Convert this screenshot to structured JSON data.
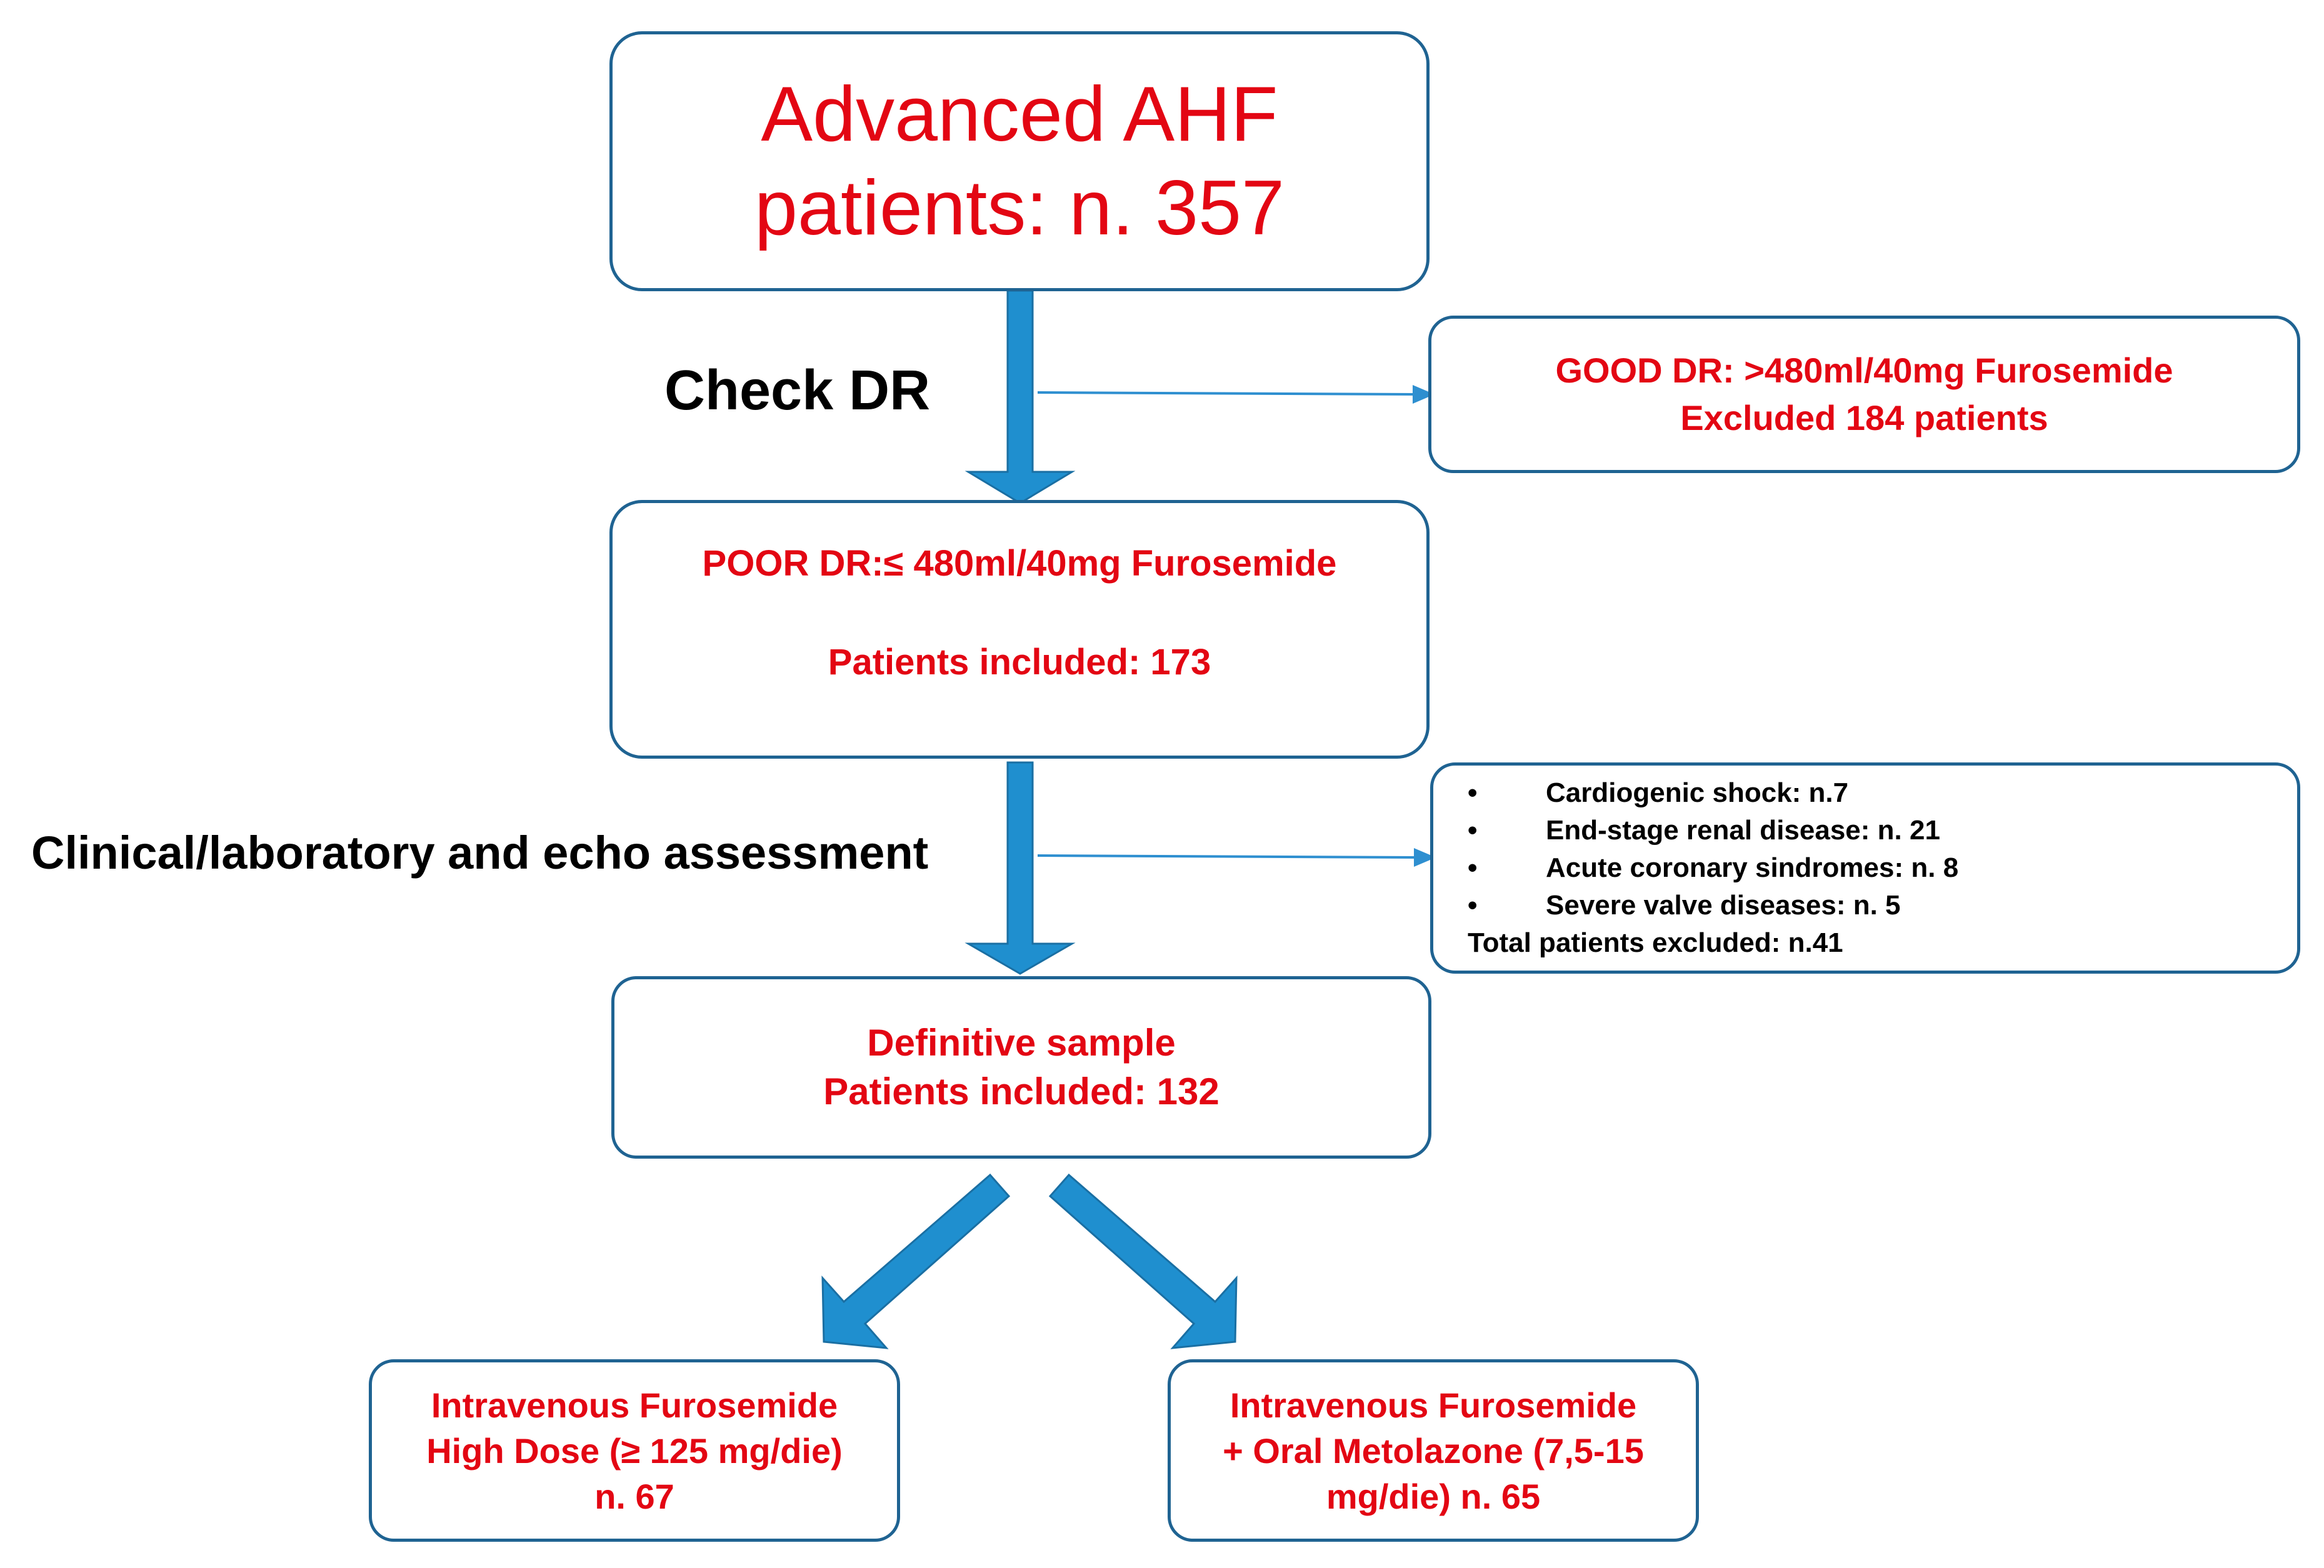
{
  "colors": {
    "box_border": "#1f6392",
    "arrow_fill": "#1f8fcf",
    "accent_text": "#e30613",
    "label_text": "#000000"
  },
  "start_box": {
    "lines": [
      "Advanced AHF",
      "patients: n. 357"
    ]
  },
  "check_label": "Check DR",
  "good_box": {
    "lines": [
      "GOOD DR: >480ml/40mg Furosemide",
      "Excluded 184 patients"
    ]
  },
  "poor_box": {
    "line1": "POOR DR:≤ 480ml/40mg Furosemide",
    "line2": "Patients included: 173"
  },
  "assessment_label": "Clinical/laboratory and echo assessment",
  "exclusions_box": {
    "bullet": "•",
    "items": [
      "Cardiogenic shock: n.7",
      "End-stage renal disease: n. 21",
      "Acute coronary sindromes: n. 8",
      "Severe valve diseases: n. 5"
    ],
    "total": "Total patients excluded: n.41"
  },
  "definitive_box": {
    "lines": [
      "Definitive sample",
      "Patients included: 132"
    ]
  },
  "left_arm": {
    "lines": [
      "Intravenous Furosemide",
      "High Dose (≥ 125 mg/die)",
      "n. 67"
    ]
  },
  "right_arm": {
    "lines": [
      "Intravenous Furosemide",
      "+ Oral Metolazone (7,5-15",
      "mg/die) n. 65"
    ]
  }
}
